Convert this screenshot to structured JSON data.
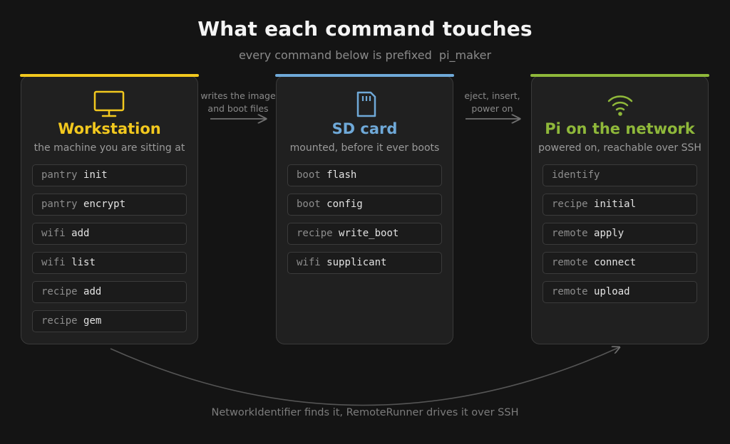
{
  "title": "What each command touches",
  "subtitle": "every command below is prefixed  pi_maker",
  "colors": {
    "workstation": "#f2c81e",
    "sdcard": "#6fa9d8",
    "network": "#8fb83a"
  },
  "panels": [
    {
      "icon": "monitor-icon",
      "title": "Workstation",
      "desc": "the machine you are sitting at",
      "commands": [
        {
          "prefix": "pantry",
          "name": "init"
        },
        {
          "prefix": "pantry",
          "name": "encrypt"
        },
        {
          "prefix": "wifi",
          "name": "add"
        },
        {
          "prefix": "wifi",
          "name": "list"
        },
        {
          "prefix": "recipe",
          "name": "add"
        },
        {
          "prefix": "recipe",
          "name": "gem"
        }
      ]
    },
    {
      "icon": "sd-card-icon",
      "title": "SD card",
      "desc": "mounted, before it ever boots",
      "commands": [
        {
          "prefix": "boot",
          "name": "flash"
        },
        {
          "prefix": "boot",
          "name": "config"
        },
        {
          "prefix": "recipe",
          "name": "write_boot"
        },
        {
          "prefix": "wifi",
          "name": "supplicant"
        }
      ]
    },
    {
      "icon": "wifi-icon",
      "title": "Pi on the network",
      "desc": "powered on, reachable over SSH",
      "commands": [
        {
          "prefix": "identify",
          "name": ""
        },
        {
          "prefix": "recipe",
          "name": "initial"
        },
        {
          "prefix": "remote",
          "name": "apply"
        },
        {
          "prefix": "remote",
          "name": "connect"
        },
        {
          "prefix": "remote",
          "name": "upload"
        }
      ]
    }
  ],
  "flows": {
    "first": [
      "writes the image",
      "and boot files"
    ],
    "second": [
      "eject, insert,",
      "power on"
    ]
  },
  "bottom_caption": "NetworkIdentifier finds it, RemoteRunner drives it over SSH"
}
